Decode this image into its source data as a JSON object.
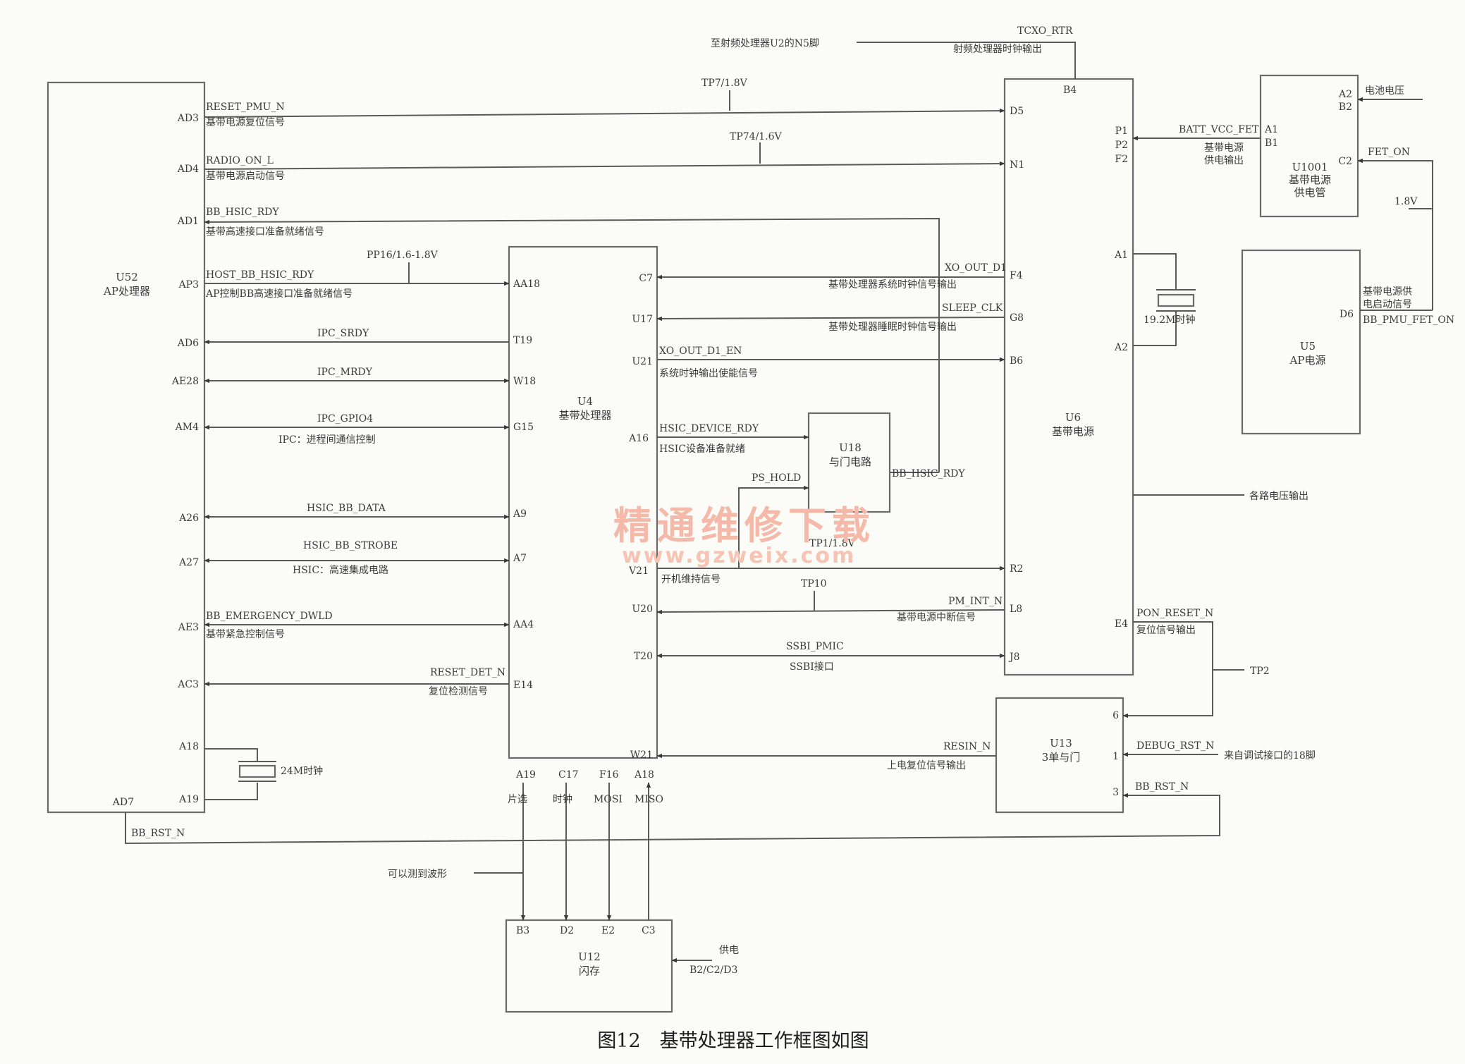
{
  "caption": "图12　基带处理器工作框图如图",
  "watermark": {
    "cn": "精通维修下载",
    "url": "www.gzweix.com"
  },
  "blocks": {
    "u52": {
      "name": "U52",
      "desc": "AP处理器"
    },
    "u4": {
      "name": "U4",
      "desc": "基带处理器"
    },
    "u6": {
      "name": "U6",
      "desc": "基带电源"
    },
    "u18": {
      "name": "U18",
      "desc": "与门电路"
    },
    "u13": {
      "name": "U13",
      "desc": "3单与门"
    },
    "u12": {
      "name": "U12",
      "desc": "闪存"
    },
    "u1001": {
      "name": "U1001",
      "desc1": "基带电源",
      "desc2": "供电管"
    },
    "u5": {
      "name": "U5",
      "desc": "AP电源"
    }
  },
  "signals": {
    "reset_pmu": {
      "name": "RESET_PMU_N",
      "desc": "基带电源复位信号",
      "tp": "TP7/1.8V"
    },
    "radio_on": {
      "name": "RADIO_ON_L",
      "desc": "基带电源启动信号",
      "tp": "TP74/1.6V"
    },
    "bb_hsic_rdy": {
      "name": "BB_HSIC_RDY",
      "desc": "基带高速接口准备就绪信号"
    },
    "host_bb": {
      "name": "HOST_BB_HSIC_RDY",
      "desc": "AP控制BB高速接口准备就绪信号",
      "tp": "PP16/1.6-1.8V"
    },
    "ipc_srdy": {
      "name": "IPC_SRDY"
    },
    "ipc_mrdy": {
      "name": "IPC_MRDY"
    },
    "ipc_gpio4": {
      "name": "IPC_GPIO4",
      "desc": "IPC：进程间通信控制"
    },
    "hsic_data": {
      "name": "HSIC_BB_DATA"
    },
    "hsic_strobe": {
      "name": "HSIC_BB_STROBE",
      "desc": "HSIC：高速集成电路"
    },
    "bb_emerg": {
      "name": "BB_EMERGENCY_DWLD",
      "desc": "基带紧急控制信号"
    },
    "reset_det": {
      "name": "RESET_DET_N",
      "desc": "复位检测信号"
    },
    "xo_out": {
      "name": "XO_OUT_D1",
      "desc": "基带处理器系统时钟信号输出"
    },
    "sleep_clk": {
      "name": "SLEEP_CLK",
      "desc": "基带处理器睡眠时钟信号输出"
    },
    "xo_en": {
      "name": "XO_OUT_D1_EN",
      "desc": "系统时钟输出使能信号"
    },
    "hsic_dev": {
      "name": "HSIC_DEVICE_RDY",
      "desc": "HSIC设备准备就绪"
    },
    "ps_hold": {
      "name": "PS_HOLD",
      "desc": "开机维持信号",
      "tp": "TP1/1.8V"
    },
    "u18_out": {
      "name": "BB_HSIC_RDY"
    },
    "pm_int": {
      "name": "PM_INT_N",
      "desc": "基带电源中断信号",
      "tp": "TP10"
    },
    "ssbi": {
      "name": "SSBI_PMIC",
      "desc": "SSBI接口"
    },
    "resin": {
      "name": "RESIN_N",
      "desc": "上电复位信号输出"
    },
    "pon_reset": {
      "name": "PON_RESET_N",
      "desc": "复位信号输出",
      "tp": "TP2"
    },
    "debug_rst": {
      "name": "DEBUG_RST_N",
      "desc": "来自调试接口的18脚"
    },
    "bb_rst": {
      "name": "BB_RST_N"
    },
    "bb_rst2": {
      "name": "BB_RST_N"
    },
    "tcxo": {
      "name": "TCXO_RTR",
      "desc": "射频处理器时钟输出",
      "from": "至射频处理器U2的N5脚"
    },
    "batt": {
      "name": "BATT_VCC_FET",
      "desc1": "基带电源",
      "desc2": "供电输出"
    },
    "vbat": {
      "desc": "电池电压"
    },
    "fet_on": {
      "name": "FET_ON",
      "voltage": "1.8V"
    },
    "pmu_fet": {
      "desc1": "基带电源供",
      "desc2": "电启动信号",
      "name": "BB_PMU_FET_ON"
    },
    "outputs": {
      "desc": "各路电压输出"
    },
    "xtal_bb": {
      "desc": "19.2M时钟"
    },
    "xtal_ap": {
      "desc": "24M时钟"
    },
    "probe": {
      "desc": "可以测到波形"
    },
    "flash_sup": {
      "desc": "供电",
      "pins": "B2/C2/D3"
    },
    "spi": {
      "cs": "片选",
      "clk": "时钟",
      "mosi": "MOSI",
      "miso": "MISO"
    }
  },
  "pins": {
    "u52": {
      "ad3": "AD3",
      "ad4": "AD4",
      "ad1": "AD1",
      "ap3": "AP3",
      "ad6": "AD6",
      "ae28": "AE28",
      "am4": "AM4",
      "a26": "A26",
      "a27": "A27",
      "ae3": "AE3",
      "ac3": "AC3",
      "a18": "A18",
      "a19": "A19",
      "ad7": "AD7"
    },
    "u4": {
      "aa18": "AA18",
      "t19": "T19",
      "w18": "W18",
      "g15": "G15",
      "a9": "A9",
      "a7": "A7",
      "aa4": "AA4",
      "e14": "E14",
      "c7": "C7",
      "u17": "U17",
      "u21": "U21",
      "a16": "A16",
      "v21": "V21",
      "u20": "U20",
      "t20": "T20",
      "w21": "W21",
      "a19": "A19",
      "c17": "C17",
      "f16": "F16",
      "a18": "A18"
    },
    "u6": {
      "b4": "B4",
      "d5": "D5",
      "n1": "N1",
      "f4": "F4",
      "g8": "G8",
      "b6": "B6",
      "r2": "R2",
      "l8": "L8",
      "j8": "J8",
      "e4": "E4",
      "a1": "A1",
      "a2": "A2",
      "p1": "P1",
      "p2": "P2",
      "f2": "F2"
    },
    "u13": {
      "p6": "6",
      "p1": "1",
      "p3": "3"
    },
    "u12": {
      "b3": "B3",
      "d2": "D2",
      "e2": "E2",
      "c3": "C3"
    },
    "u1001": {
      "a2": "A2",
      "b2": "B2",
      "a1": "A1",
      "b1": "B1",
      "c2": "C2"
    },
    "u5": {
      "d6": "D6"
    }
  }
}
